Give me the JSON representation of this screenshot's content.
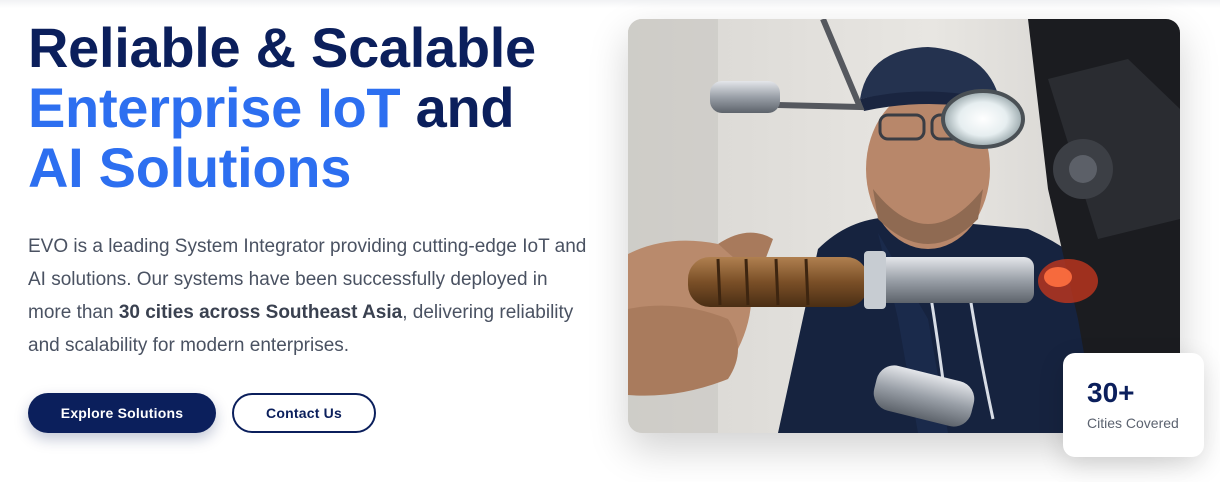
{
  "hero": {
    "title_line1": "Reliable & Scalable",
    "title_line2_highlight": "Enterprise IoT",
    "title_line2_rest": "and",
    "title_line3": "AI Solutions",
    "description_part1": "EVO is a leading System Integrator providing cutting-edge IoT and AI solutions. Our systems have been successfully deployed in more than ",
    "description_bold": "30 cities across Southeast Asia",
    "description_part2": ", delivering reliability and scalability for modern enterprises.",
    "primary_button": "Explore Solutions",
    "secondary_button": "Contact Us"
  },
  "stat": {
    "value": "30+",
    "label": "Cities Covered"
  },
  "colors": {
    "navy": "#0b1f5c",
    "accent_blue": "#2d6ff0",
    "body_text": "#4a5262"
  },
  "image": {
    "subject": "technician-with-industrial-tools-photo"
  }
}
